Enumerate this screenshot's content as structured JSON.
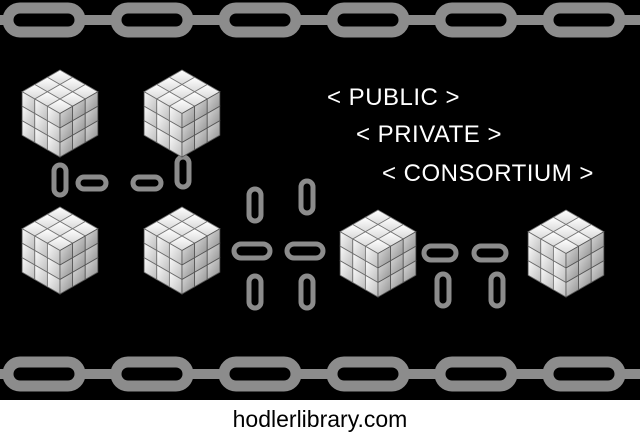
{
  "labels": {
    "public": "< PUBLIC >",
    "private": "< PRIVATE >",
    "consortium": "< CONSORTIUM >"
  },
  "footer": {
    "site": "hodlerlibrary.com"
  },
  "icons": {
    "cube": "cube-icon",
    "chain": "chain-icon"
  },
  "colors": {
    "background": "#000000",
    "chain": "#8c8c8c",
    "cube_face": "#f4f4f4",
    "cube_shadow": "#8a8a8a",
    "text": "#ffffff",
    "footer_background": "#ffffff",
    "footer_text": "#000000"
  }
}
